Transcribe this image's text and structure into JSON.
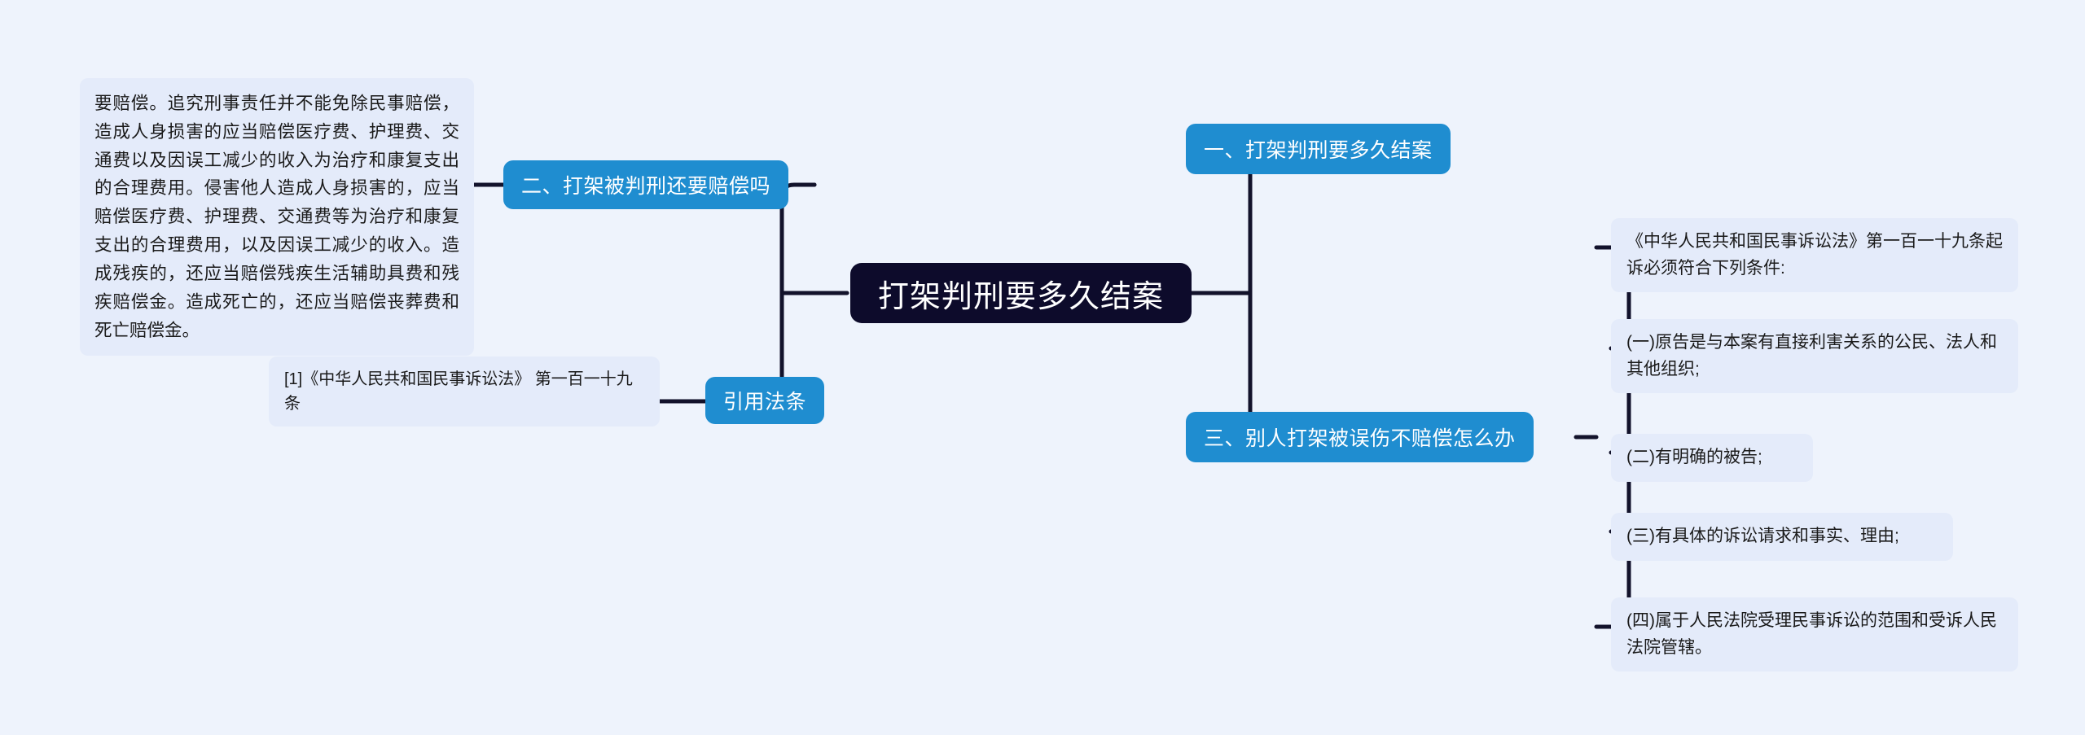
{
  "diagram": {
    "type": "mindmap",
    "background_color": "#eef3fc",
    "root_color": "#0d0b2b",
    "branch_color": "#1f8dd0",
    "leaf_color": "#e4ebfa",
    "connector_color": "#12122b",
    "title": "打架判刑要多久结案"
  },
  "root": {
    "label": "打架判刑要多久结案"
  },
  "branches": {
    "one": {
      "label": "一、打架判刑要多久结案"
    },
    "two": {
      "label": "二、打架被判刑还要赔偿吗",
      "detail": "要赔偿。追究刑事责任并不能免除民事赔偿，造成人身损害的应当赔偿医疗费、护理费、交通费以及因误工减少的收入为治疗和康复支出的合理费用。侵害他人造成人身损害的，应当赔偿医疗费、护理费、交通费等为治疗和康复支出的合理费用，以及因误工减少的收入。造成残疾的，还应当赔偿残疾生活辅助具费和残疾赔偿金。造成死亡的，还应当赔偿丧葬费和死亡赔偿金。"
    },
    "citation": {
      "label": "引用法条",
      "detail": "[1]《中华人民共和国民事诉讼法》 第一百一十九条"
    },
    "three": {
      "label": "三、别人打架被误伤不赔偿怎么办",
      "items": [
        "《中华人民共和国民事诉讼法》第一百一十九条起诉必须符合下列条件:",
        "(一)原告是与本案有直接利害关系的公民、法人和其他组织;",
        "(二)有明确的被告;",
        "(三)有具体的诉讼请求和事实、理由;",
        "(四)属于人民法院受理民事诉讼的范围和受诉人民法院管辖。"
      ]
    }
  }
}
